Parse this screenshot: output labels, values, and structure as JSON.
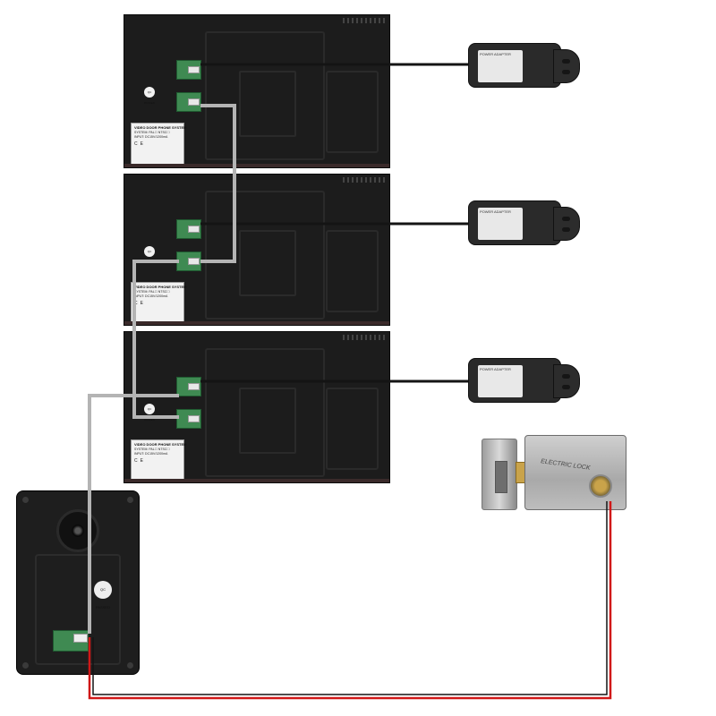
{
  "monitors": [
    {
      "label_title": "VIDEO DOOR PHONE SYSTEM",
      "label_system": "SYSTEM: PAL☐ NTSC☐",
      "label_input": "INPUT: DC15V/1200mA",
      "ce_mark": "CE",
      "sticker_text": "QC PASSED"
    },
    {
      "label_title": "VIDEO DOOR PHONE SYSTEM",
      "label_system": "SYSTEM: PAL☐ NTSC☐",
      "label_input": "INPUT: DC15V/1200mA",
      "ce_mark": "CE",
      "sticker_text": "QC PASSED"
    },
    {
      "label_title": "VIDEO DOOR PHONE SYSTEM",
      "label_system": "SYSTEM: PAL☐ NTSC☐",
      "label_input": "INPUT: DC15V/1200mA",
      "ce_mark": "CE",
      "sticker_text": "QC PASSED"
    }
  ],
  "adapters": [
    {
      "label": "POWER ADAPTER"
    },
    {
      "label": "POWER ADAPTER"
    },
    {
      "label": "POWER ADAPTER"
    }
  ],
  "outdoor_unit": {
    "sticker_text": "QC PASSED"
  },
  "lock": {
    "brand": "ELECTRIC LOCK"
  },
  "colors": {
    "gray_cable": "#b4b4b4",
    "black_cable": "#141414",
    "red_wire": "#d01818",
    "device_body": "#1c1c1c"
  }
}
